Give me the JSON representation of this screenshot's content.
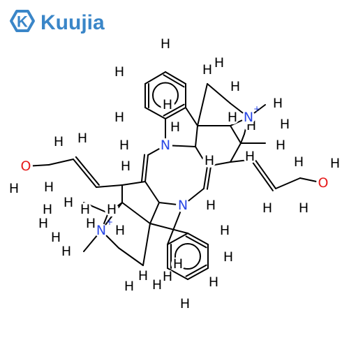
{
  "brand": {
    "name": "Kuujia",
    "mark": "K",
    "color": "#3a86c8"
  },
  "colors": {
    "carbon": "#000000",
    "hydrogen": "#000000",
    "nitrogen": "#2947e6",
    "oxygen": "#e61a1a"
  },
  "molecule": {
    "atoms": [
      {
        "id": "N1",
        "symbol": "N",
        "element": "nitrogen"
      },
      {
        "id": "N2",
        "symbol": "N",
        "element": "nitrogen",
        "charge": "+"
      },
      {
        "id": "N3",
        "symbol": "N",
        "element": "nitrogen"
      },
      {
        "id": "N4",
        "symbol": "N",
        "element": "nitrogen",
        "charge": "+"
      },
      {
        "id": "O1",
        "symbol": "O",
        "element": "oxygen"
      },
      {
        "id": "O2",
        "symbol": "O",
        "element": "oxygen"
      }
    ],
    "hydrogen_symbol": "H",
    "hydrogen_count": 44
  }
}
